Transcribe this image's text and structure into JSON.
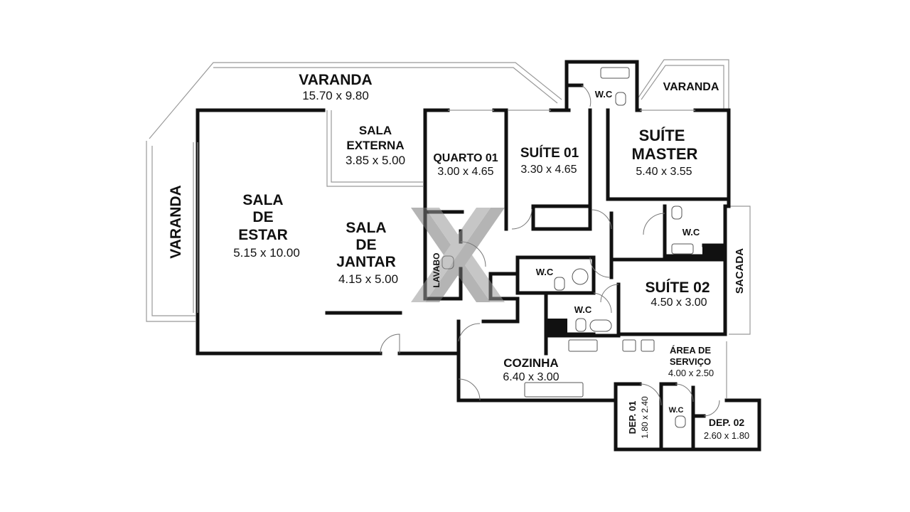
{
  "rooms": {
    "varanda_top": {
      "name": "VARANDA",
      "dim": "15.70 x 9.80"
    },
    "varanda_left": {
      "name": "VARANDA"
    },
    "varanda_right": {
      "name": "VARANDA"
    },
    "sala_externa": {
      "name1": "SALA",
      "name2": "EXTERNA",
      "dim": "3.85 x 5.00"
    },
    "sala_estar": {
      "name1": "SALA",
      "name2": "DE",
      "name3": "ESTAR",
      "dim": "5.15 x 10.00"
    },
    "sala_jantar": {
      "name1": "SALA",
      "name2": "DE",
      "name3": "JANTAR",
      "dim": "4.15 x 5.00"
    },
    "quarto_01": {
      "name": "QUARTO 01",
      "dim": "3.00 x 4.65"
    },
    "suite_01": {
      "name": "SUÍTE 01",
      "dim": "3.30 x 4.65"
    },
    "suite_master": {
      "name1": "SUÍTE",
      "name2": "MASTER",
      "dim": "5.40 x 3.55"
    },
    "suite_02": {
      "name": "SUÍTE 02",
      "dim": "4.50 x 3.00"
    },
    "sacada": {
      "name": "SACADA"
    },
    "lavabo": {
      "name": "LAVABO"
    },
    "wc_top": {
      "name": "W.C"
    },
    "wc_master": {
      "name": "W.C"
    },
    "wc_mid": {
      "name": "W.C"
    },
    "wc_suite02": {
      "name": "W.C"
    },
    "wc_dep": {
      "name": "W.C"
    },
    "cozinha": {
      "name": "COZINHA",
      "dim": "6.40 x 3.00"
    },
    "area_servico": {
      "name1": "ÁREA DE",
      "name2": "SERVIÇO",
      "dim": "4.00 x 2.50"
    },
    "dep_01": {
      "name": "DEP. 01",
      "dim": "1.80 x 2.40"
    },
    "dep_02": {
      "name": "DEP. 02",
      "dim": "2.60 x 1.80"
    }
  },
  "colors": {
    "wall": "#111111",
    "outline": "#999999",
    "watermark": "#888888"
  },
  "watermark_icon": "x-logo-icon"
}
